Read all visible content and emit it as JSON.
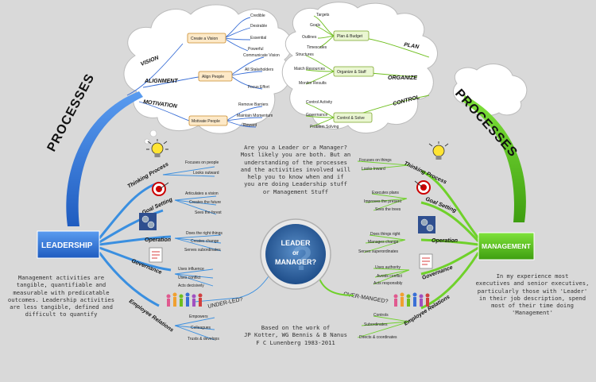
{
  "left_cloud": {
    "branches": [
      "VISION",
      "ALIGNMENT",
      "MOTIVATION"
    ],
    "boxes": [
      "Create a Vision",
      "Align People",
      "Motivate People"
    ],
    "vision_leaves": [
      "Credible",
      "Desirable",
      "Essential",
      "Powerful"
    ],
    "align_leaves": [
      "Communicate Vision",
      "All Stakeholders",
      "Focus Effort"
    ],
    "motivate_leaves": [
      "Remove Barriers",
      "Maintain Momentum",
      "Reward"
    ]
  },
  "right_cloud": {
    "branches": [
      "PLAN",
      "ORGANIZE",
      "CONTROL"
    ],
    "boxes": [
      "Plan & Budget",
      "Organize & Staff",
      "Control & Solve"
    ],
    "plan_leaves": [
      "Targets",
      "Goals",
      "Outlines",
      "Timescales"
    ],
    "organize_leaves": [
      "Structures",
      "Match Resources",
      "Monitor Results"
    ],
    "control_leaves": [
      "Control Activity",
      "Governance",
      "Problem Solving"
    ]
  },
  "processes_left": "PROCESSES",
  "processes_right": "PROCESSES",
  "leadership": {
    "title": "LEADERSHIP",
    "branches": [
      "Thinking Process",
      "Goal Setting",
      "Operation",
      "Governance",
      "Employee Relations"
    ],
    "thinking": [
      "Focuses on people",
      "Looks outward"
    ],
    "goal": [
      "Articulates a vision",
      "Creates the future",
      "Sees the forest"
    ],
    "operation": [
      "Does the right things",
      "Creates change",
      "Serves subordinates"
    ],
    "governance": [
      "Uses influence",
      "Uses conflict",
      "Acts decisively"
    ],
    "employee": [
      "Empowers",
      "Colleagues",
      "Trusts & develops"
    ],
    "tag": "UNDER-LED?"
  },
  "management": {
    "title": "MANAGEMENT",
    "branches": [
      "Thinking Process",
      "Goal Setting",
      "Operation",
      "Governance",
      "Employee Relations"
    ],
    "thinking": [
      "Focuses on things",
      "Looks Inward"
    ],
    "goal": [
      "Executes plans",
      "Improves the present",
      "Sees the trees"
    ],
    "operation": [
      "Does things right",
      "Manages change",
      "Serves superordinates"
    ],
    "governance": [
      "Uses authority",
      "Avoids conflict",
      "Acts responsibly"
    ],
    "employee": [
      "Controls",
      "Subordinates",
      "Directs & coordinates"
    ],
    "tag": "OVER-MANGED?"
  },
  "center": {
    "line1": "LEADER",
    "line2": "or",
    "line3": "MANAGER?"
  },
  "top_text": [
    "Are you a Leader or a Manager?",
    "Most likely you are both. But an",
    "understanding of the processes",
    "and the activities involved will",
    "help you to know when and if",
    "you are doing Leadership stuff",
    "or Management Stuff"
  ],
  "bottom_text": [
    "Based on the work of",
    "JP Kotter, WG Bennis & B Nanus",
    "F C Lunenberg 1983-2011"
  ],
  "left_text": [
    "Management activities are",
    "tangible, quantifiable and",
    "measurable with predicatable",
    "outcomes. Leadership activities",
    "are less tangible, defined and",
    "difficult to quantify"
  ],
  "right_text": [
    "In my experience most",
    "executives and senior executives,",
    "particularly those with 'Leader'",
    "in their job description, spend",
    "most of their time doing",
    "'Management'"
  ],
  "colors": {
    "leader_blue": "#2f6fd1",
    "manage_green": "#5fc81e",
    "box_orange": "#c98a2b",
    "bg": "#d9d9d9"
  }
}
